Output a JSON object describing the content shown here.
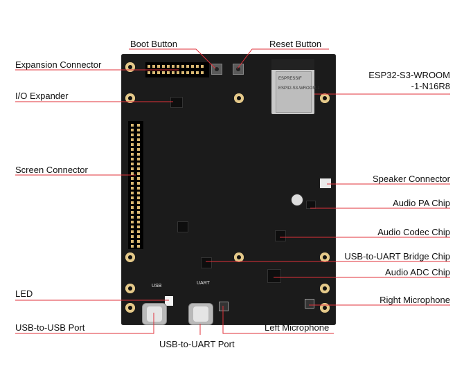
{
  "labels": {
    "boot_button": "Boot Button",
    "reset_button": "Reset Button",
    "expansion_connector": "Expansion Connector",
    "module": "ESP32-S3-WROOM\n-1-N16R8",
    "io_expander": "I/O Expander",
    "screen_connector": "Screen Connector",
    "speaker_connector": "Speaker Connector",
    "audio_pa_chip": "Audio PA Chip",
    "audio_codec_chip": "Audio Codec Chip",
    "usb_uart_bridge_chip": "USB-to-UART Bridge Chip",
    "audio_adc_chip": "Audio ADC Chip",
    "led": "LED",
    "right_microphone": "Right Microphone",
    "usb_usb_port": "USB-to-USB Port",
    "left_microphone": "Left Microphone",
    "usb_uart_port": "USB-to-UART Port"
  },
  "silkscreen": {
    "usb": "USB",
    "uart": "UART",
    "module_brand": "ESPRESSIF",
    "module_name": "ESP32-S3-WROOM-1"
  },
  "colors": {
    "leader_line": "#e0303a",
    "board": "#1b1b1b",
    "label_text": "#111111"
  }
}
